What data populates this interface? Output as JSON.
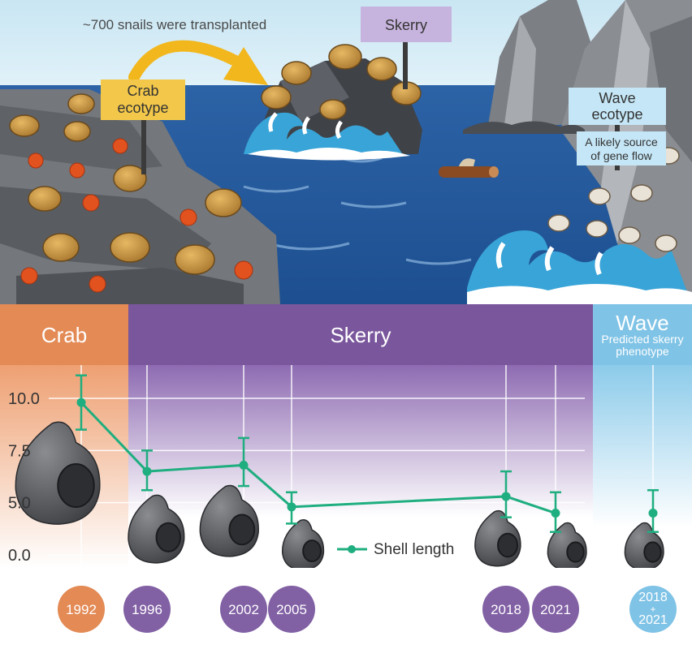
{
  "scene": {
    "transplant_note": "~700 snails were transplanted",
    "sign_crab": [
      "Crab",
      "ecotype"
    ],
    "sign_skerry": "Skerry",
    "sign_wave": [
      "Wave",
      "ecotype"
    ],
    "sign_gene_flow": [
      "A likely source",
      "of gene flow"
    ]
  },
  "bands": {
    "crab": "Crab",
    "skerry": "Skerry",
    "wave": "Wave",
    "wave_sub": [
      "Predicted skerry",
      "phenotype"
    ]
  },
  "legend": {
    "label": "Shell length"
  },
  "colors": {
    "crab": "#e38a55",
    "skerry": "#7a569c",
    "wave": "#7fc3e6",
    "series": "#1fae7f"
  },
  "chart_data": {
    "type": "line",
    "ylim": [
      0,
      10
    ],
    "yticks": [
      {
        "label": "10.0",
        "pos": 10
      },
      {
        "label": "7.5",
        "pos": 7.5
      },
      {
        "label": "5.0",
        "pos": 5.0
      },
      {
        "label": "0.0",
        "pos": 2.5
      }
    ],
    "series": [
      {
        "name": "Shell length",
        "points": [
          {
            "x": "1992",
            "y": 9.8,
            "err_low": 8.5,
            "err_high": 11.1
          },
          {
            "x": "1996",
            "y": 6.5,
            "err_low": 5.6,
            "err_high": 7.5
          },
          {
            "x": "2002",
            "y": 6.8,
            "err_low": 5.8,
            "err_high": 8.1
          },
          {
            "x": "2005",
            "y": 4.8,
            "err_low": 4.0,
            "err_high": 5.5
          },
          {
            "x": "2018",
            "y": 5.3,
            "err_low": 4.3,
            "err_high": 6.5
          },
          {
            "x": "2021",
            "y": 4.5,
            "err_low": 3.6,
            "err_high": 5.5
          }
        ]
      },
      {
        "name": "Predicted skerry phenotype",
        "points": [
          {
            "x": "2018-2021",
            "y": 4.5,
            "err_low": 3.6,
            "err_high": 5.6
          }
        ]
      }
    ]
  },
  "timeline": {
    "years": [
      "1992",
      "1996",
      "2002",
      "2005",
      "2018",
      "2021"
    ],
    "wave_years": [
      "2018",
      "2021"
    ]
  }
}
